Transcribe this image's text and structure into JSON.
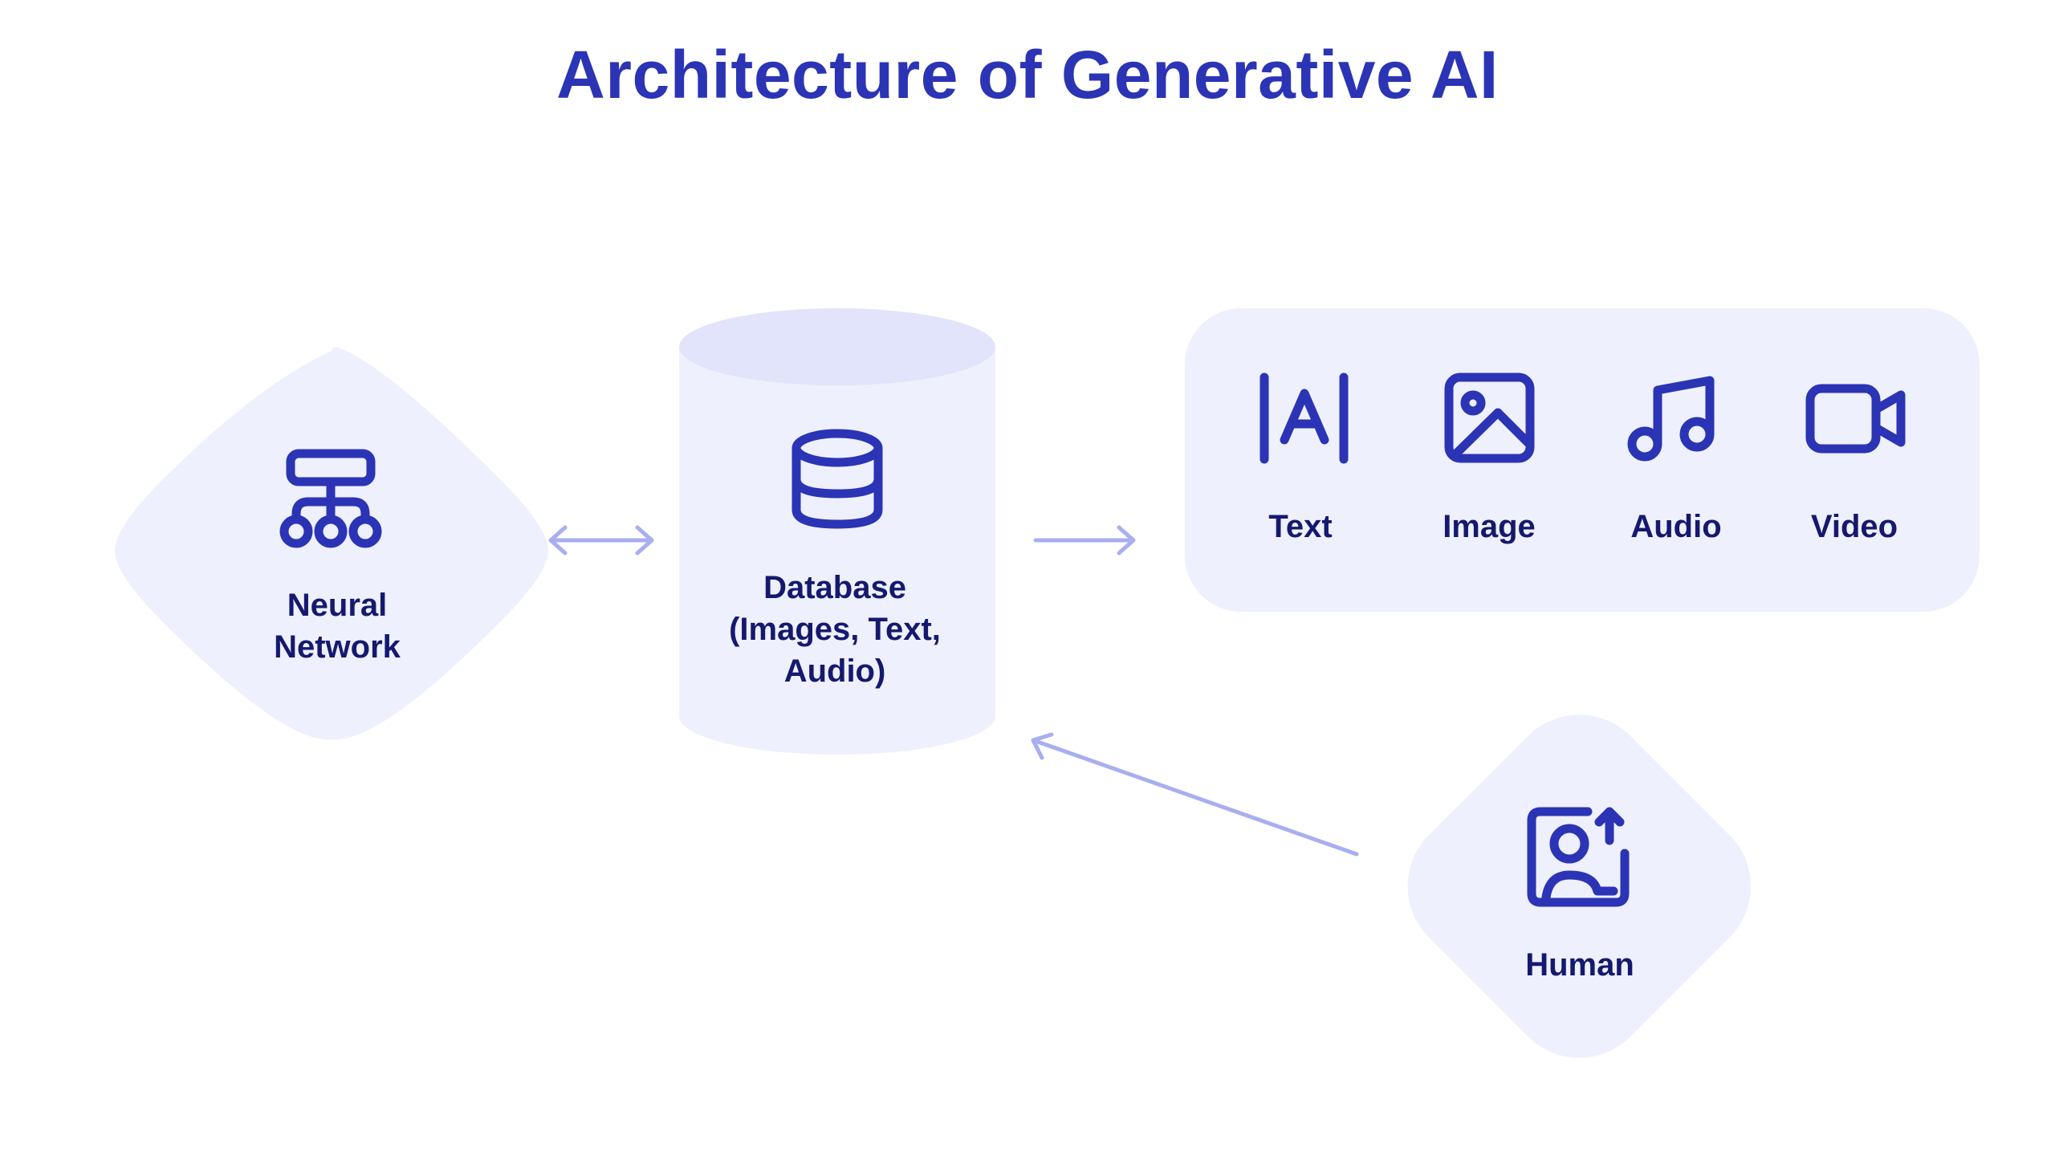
{
  "title": "Architecture of Generative AI",
  "nodes": {
    "neural_network": {
      "label": "Neural\nNetwork",
      "icon": "sitemap-icon"
    },
    "database": {
      "label": "Database\n(Images, Text,\nAudio)",
      "icon": "database-icon"
    },
    "human": {
      "label": "Human",
      "icon": "user-upload-icon"
    }
  },
  "outputs": [
    {
      "label": "Text",
      "icon": "text-cursor-icon"
    },
    {
      "label": "Image",
      "icon": "image-icon"
    },
    {
      "label": "Audio",
      "icon": "music-note-icon"
    },
    {
      "label": "Video",
      "icon": "video-camera-icon"
    }
  ],
  "edges": [
    {
      "from": "Neural Network",
      "to": "Database",
      "direction": "bidirectional"
    },
    {
      "from": "Database",
      "to": "Outputs",
      "direction": "forward"
    },
    {
      "from": "Human",
      "to": "Database",
      "direction": "forward"
    }
  ],
  "colors": {
    "title": "#2b34b5",
    "icon": "#2b34b5",
    "label": "#15196e",
    "shape_fill": "#eef0fd",
    "cylinder_top": "#e1e4fa",
    "arrow": "#a9aef0"
  }
}
